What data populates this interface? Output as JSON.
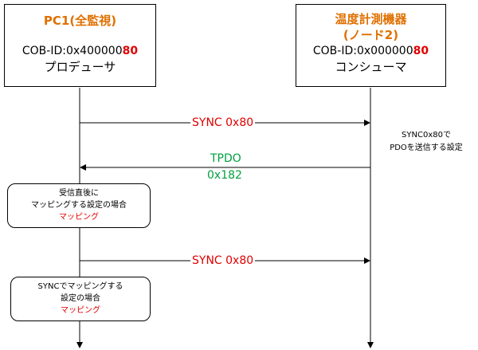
{
  "producer": {
    "title": "PC1(全監視)",
    "cob_prefix": "COB-ID:0x400000",
    "cob_highlight": "80",
    "role": "プロデューサ"
  },
  "consumer": {
    "title_line1": "温度計測機器",
    "title_line2": "(ノード2)",
    "cob_prefix": "COB-ID:0x000000",
    "cob_highlight": "80",
    "role": "コンシューマ"
  },
  "messages": {
    "sync1": "SYNC 0x80",
    "tpdo_line1": "TPDO",
    "tpdo_line2": "0x182",
    "sync2": "SYNC 0x80"
  },
  "note": {
    "line1": "SYNC0x80で",
    "line2": "PDOを送信する設定"
  },
  "condition1": {
    "line1": "受信直後に",
    "line2": "マッピングする設定の場合",
    "line3": "マッピング"
  },
  "condition2": {
    "line1": "SYNCでマッピングする",
    "line2": "設定の場合",
    "line3": "マッピング"
  },
  "colors": {
    "title": "#e07000",
    "sync": "#e00000",
    "tpdo": "#00a040",
    "mapping": "#e00000"
  }
}
